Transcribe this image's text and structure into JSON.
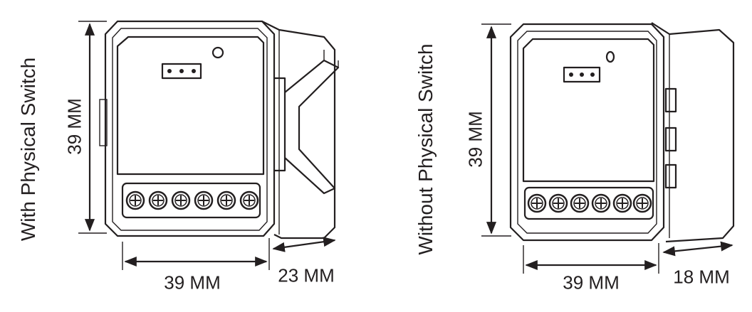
{
  "left_device": {
    "title": "With Physical Switch",
    "height_label": "39 MM",
    "width_label": "39 MM",
    "depth_label": "23 MM"
  },
  "right_device": {
    "title": "Without Physical Switch",
    "height_label": "39 MM",
    "width_label": "39 MM",
    "depth_label": "18 MM"
  }
}
